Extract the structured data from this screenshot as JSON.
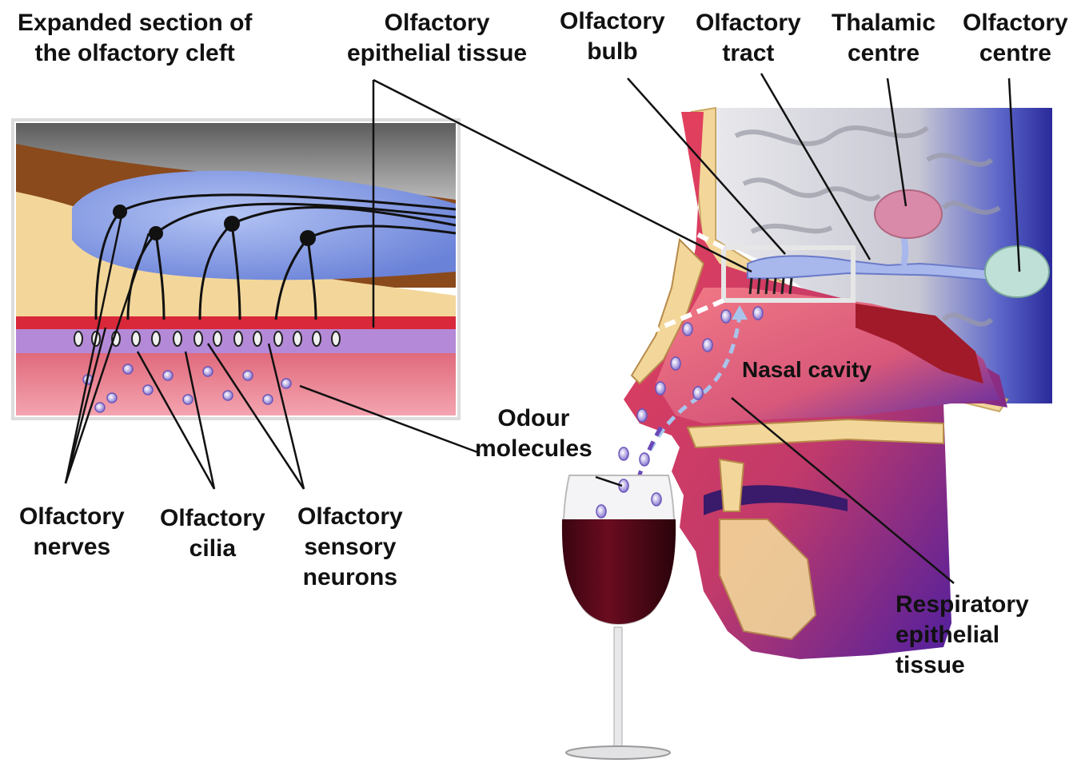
{
  "labels": {
    "expanded_section": [
      "Expanded section of",
      "the olfactory cleft"
    ],
    "epithelial_tissue": [
      "Olfactory",
      "epithelial tissue"
    ],
    "bulb": [
      "Olfactory",
      "bulb"
    ],
    "tract": [
      "Olfactory",
      "tract"
    ],
    "thalamic": [
      "Thalamic",
      "centre"
    ],
    "olf_centre": [
      "Olfactory",
      "centre"
    ],
    "nasal_cavity": "Nasal cavity",
    "odour": [
      "Odour",
      "molecules"
    ],
    "nerves": [
      "Olfactory",
      "nerves"
    ],
    "cilia": [
      "Olfactory",
      "cilia"
    ],
    "sensory_neurons": [
      "Olfactory",
      "sensory",
      "neurons"
    ],
    "respiratory": [
      "Respiratory",
      "epithelial",
      "tissue"
    ]
  },
  "colors": {
    "tissue_pink": "#e0586a",
    "bone_yellow": "#f3d79a",
    "bulb_blue": "#8fa6e8",
    "cilia_purple": "#b48ad8",
    "wine": "#5a0a1a",
    "head_purple": "#4a1f9e",
    "thalamic_pink": "#d98aa8",
    "olf_centre_teal": "#bfe0d6"
  }
}
